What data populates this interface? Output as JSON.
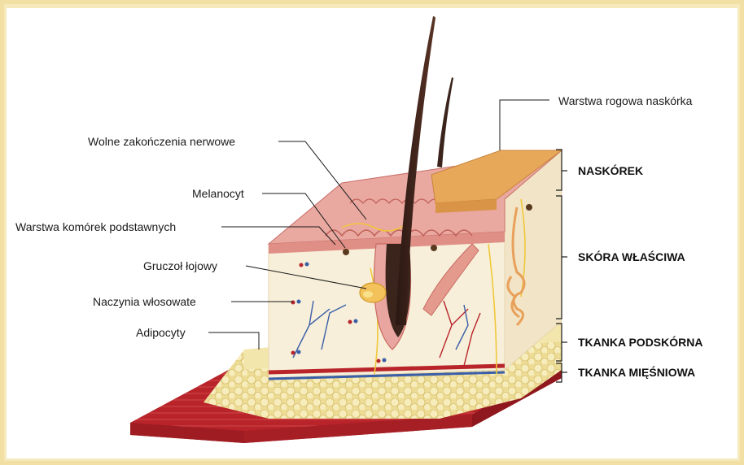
{
  "diagram": {
    "callouts": {
      "warstwa_rogowa": "Warstwa rogowa naskórka",
      "wolne_zakonczenia": "Wolne zakończenia nerwowe",
      "melanocyt": "Melanocyt",
      "warstwa_podstawnych": "Warstwa komórek podstawnych",
      "gruczol": "Gruczoł łojowy",
      "naczynia": "Naczynia włosowate",
      "adipocyty": "Adipocyty"
    },
    "layers": {
      "naskorek": "NASKÓREK",
      "skora": "SKÓRA WŁAŚCIWA",
      "podskorna": "TKANKA PODSKÓRNA",
      "miesniowa": "TKANKA MIĘŚNIOWA"
    }
  },
  "colors": {
    "border": "#f1dfa3",
    "muscle": "#b8242a",
    "fat": "#f1e3a0",
    "dermis": "#f6edd8",
    "epidermis": "#e8a09a",
    "horny_layer": "#e8a85a",
    "hair": "#3b241c"
  }
}
